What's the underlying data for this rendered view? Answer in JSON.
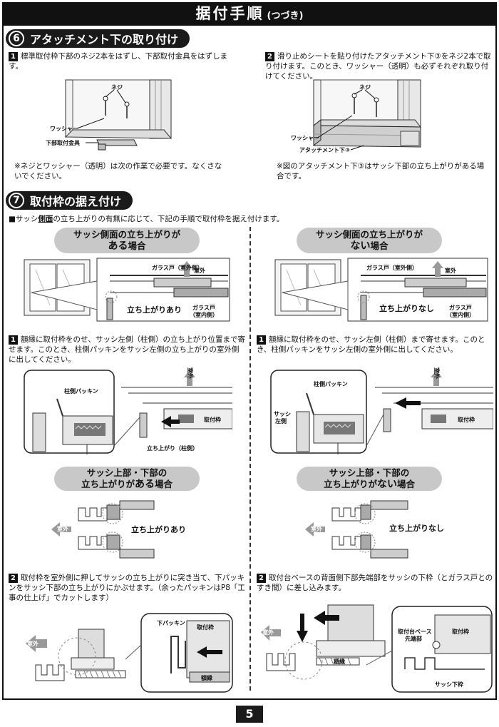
{
  "header": {
    "title": "据付手順",
    "subtitle": "(つづき)"
  },
  "section6": {
    "number": "6",
    "title": "アタッチメント下の取り付け",
    "step1": {
      "num": "1",
      "text": "標準取付枠下部のネジ2本をはずし、下部取付金具をはずします。"
    },
    "step2": {
      "num": "2",
      "text": "滑り止めシートを貼り付けたアタッチメント下③をネジ2本で取り付けます。このとき、ワッシャー（透明）も必ずそれぞれ取り付けてください。"
    },
    "fig1": {
      "screw": "ネジ",
      "washer": "ワッシャー",
      "bracket": "下部取付金具"
    },
    "fig2": {
      "screw": "ネジ",
      "washer": "ワッシャー",
      "attachment": "アタッチメント下③"
    },
    "note1": "※ネジとワッシャー（透明）は次の作業で必要です。なくさないでください。",
    "note2": "※図のアタッチメント下③はサッシ下部の立ち上がりがある場合です。"
  },
  "section7": {
    "number": "7",
    "title": "取付枠の据え付け",
    "intro_a": "■サッシ",
    "intro_b": "側面",
    "intro_c": "の立ち上がりの有無に応じて、下記の手順で取付枠を据え付けます。",
    "left": {
      "pill1_line1": "サッシ側面の立ち上がりが",
      "pill1_line2a": "ある",
      "pill1_line2b": "場合",
      "diagram1": {
        "glass_out": "ガラス戸（室外側）",
        "outdoor": "室外",
        "rise": "立ち上がりあり",
        "glass_in_1": "ガラス戸",
        "glass_in_2": "（室内側）"
      },
      "step1": {
        "num": "1",
        "text": "額縁に取付枠をのせ、サッシ左側（柱側）の立ち上がり位置まで寄せます。このとき、柱側パッキンをサッシ左側の立ち上がりの室外側に出してください。"
      },
      "diagram2": {
        "packing": "柱側パッキン",
        "outdoor": "室外",
        "frame": "取付枠",
        "rise_pillar": "立ち上がり（柱側）"
      },
      "pill2_line1": "サッシ上部・下部の",
      "pill2_line2a": "立ち上がりが",
      "pill2_line2b": "ある",
      "pill2_line2c": "場合",
      "diagram3": {
        "outdoor": "室外",
        "rise": "立ち上がりあり"
      },
      "step2": {
        "num": "2",
        "text": "取付枠を室外側に押してサッシの立ち上がりに突き当て、下パッキンをサッシ下部の立ち上がりにかぶせます。（余ったパッキンはP8「工事の仕上げ」でカットします）"
      },
      "diagram4": {
        "outdoor": "室外",
        "bottom_packing": "下パッキン",
        "frame": "取付枠",
        "frame_base": "額縁"
      }
    },
    "right": {
      "pill1_line1": "サッシ側面の立ち上がりが",
      "pill1_line2a": "ない",
      "pill1_line2b": "場合",
      "diagram1": {
        "glass_out": "ガラス戸（室外側）",
        "outdoor": "室外",
        "rise": "立ち上がりなし",
        "glass_in_1": "ガラス戸",
        "glass_in_2": "（室内側）"
      },
      "step1": {
        "num": "1",
        "text": "額縁に取付枠をのせ、サッシ左側（柱側）まで寄せます。このとき、柱側パッキンをサッシ左側の室外側に出してください。"
      },
      "diagram2": {
        "packing": "柱側パッキン",
        "sash_1": "サッシ",
        "sash_2": "左側",
        "outdoor": "室外",
        "frame": "取付枠"
      },
      "pill2_line1": "サッシ上部・下部の",
      "pill2_line2a": "立ち上がりが",
      "pill2_line2b": "ない",
      "pill2_line2c": "場合",
      "diagram3": {
        "outdoor": "室外",
        "rise": "立ち上がりなし"
      },
      "step2": {
        "num": "2",
        "text": "取付台ベースの背面側下部先端部をサッシの下枠（とガラス戸とのすき間）に差し込みます。"
      },
      "diagram4": {
        "outdoor": "室外",
        "base_tip_1": "取付台ベース",
        "base_tip_2": "先端部",
        "frame": "取付枠",
        "frame_base": "額縁",
        "sash_bottom": "サッシ下枠"
      }
    }
  },
  "page": {
    "number": "5"
  }
}
